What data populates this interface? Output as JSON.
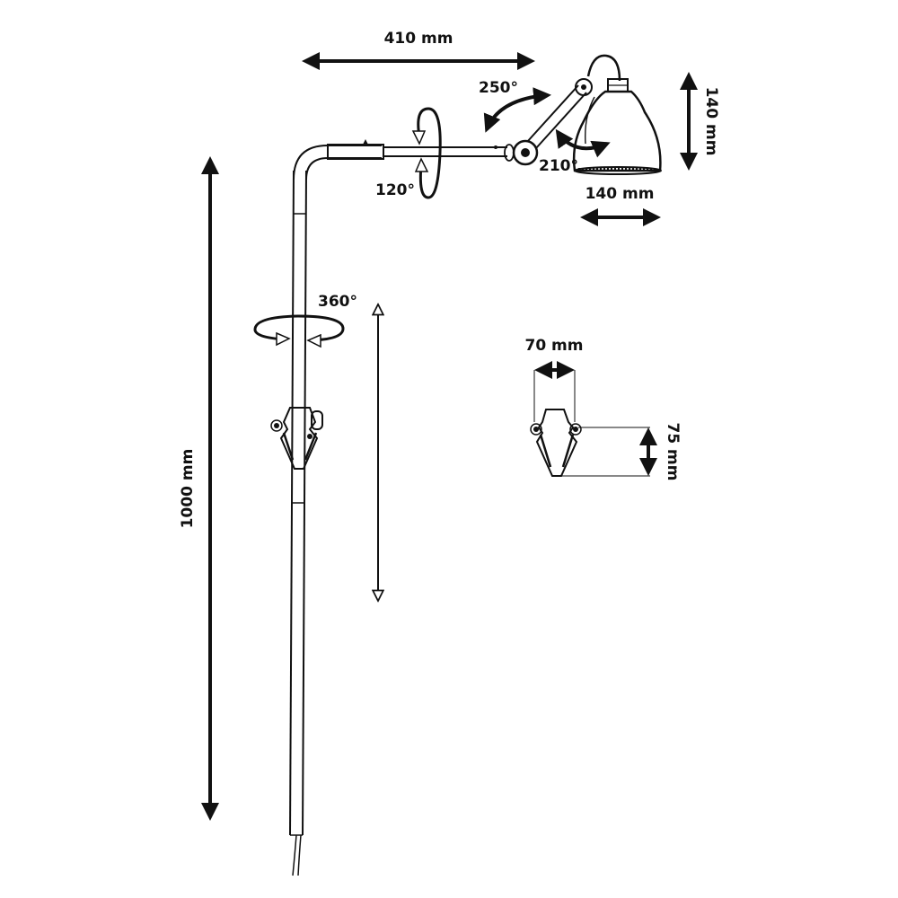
{
  "dimensions": {
    "arm_length": "410 mm",
    "shade_height": "140 mm",
    "shade_width": "140 mm",
    "total_height": "1000 mm",
    "bracket_width": "70 mm",
    "bracket_height": "75 mm"
  },
  "rotations": {
    "shade_joint": "250°",
    "elbow_joint": "210°",
    "arm_swivel": "120°",
    "pole_swivel": "360°"
  },
  "colors": {
    "ink": "#111111",
    "background": "#ffffff"
  }
}
